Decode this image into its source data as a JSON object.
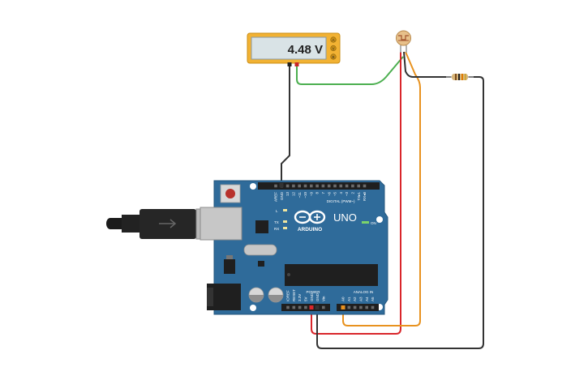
{
  "multimeter": {
    "reading": "4.48 V",
    "terminal_labels": [
      "A",
      "V",
      "B"
    ]
  },
  "board": {
    "brand_label": "ARDUINO",
    "model_label": "UNO",
    "on_label": "ON",
    "l_label": "L",
    "tx_label": "TX",
    "rx_label": "RX",
    "digital_label": "DIGITAL (PWM~)",
    "power_label": "POWER",
    "analog_label": "ANALOG IN",
    "digital_pins": [
      "AREF",
      "GND",
      "13",
      "12",
      "~11",
      "~10",
      "~9",
      "8",
      "7",
      "~6",
      "~5",
      "4",
      "~3",
      "2",
      "TX▸1",
      "RX◂0"
    ],
    "power_pins": [
      "IOREF",
      "RESET",
      "3.3V",
      "5V",
      "GND",
      "GND",
      "Vin"
    ],
    "analog_pins": [
      "A0",
      "A1",
      "A2",
      "A3",
      "A4",
      "A5"
    ]
  },
  "colors": {
    "board": "#2f6b9a",
    "wire_black": "#333333",
    "wire_red": "#d9262b",
    "wire_green": "#4caf50",
    "wire_orange": "#e8921f",
    "meter_body": "#f2b233"
  },
  "icons": [
    "usb-cable-icon",
    "photoresistor-icon",
    "resistor-icon"
  ]
}
